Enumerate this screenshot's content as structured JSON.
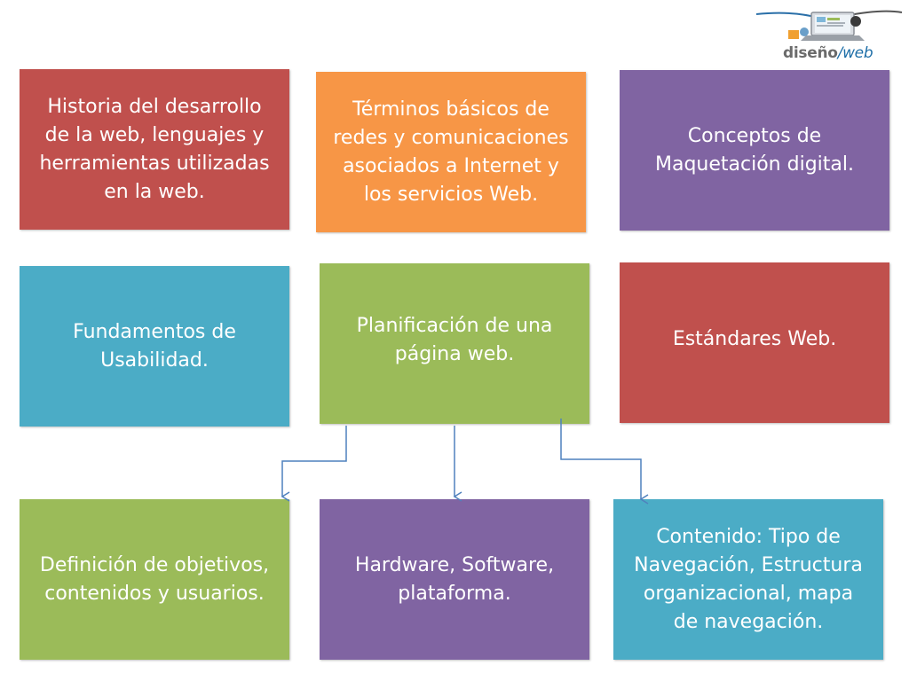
{
  "logo": {
    "text_part1": "diseño",
    "text_part2": "/web"
  },
  "boxes": [
    {
      "lines": [
        "Historia del desarrollo",
        "de la web, lenguajes y",
        "herramientas utilizadas",
        "en la web."
      ],
      "color": "#c0504d"
    },
    {
      "lines": [
        "Términos básicos de",
        "redes y comunicaciones",
        "asociados a Internet y",
        "los servicios Web."
      ],
      "color": "#f79646"
    },
    {
      "lines": [
        "Conceptos de",
        "Maquetación digital."
      ],
      "color": "#8064a2"
    },
    {
      "lines": [
        "Fundamentos de",
        "Usabilidad."
      ],
      "color": "#4bacc6"
    },
    {
      "lines": [
        "Planificación de una",
        "página web."
      ],
      "color": "#9bbb59"
    },
    {
      "lines": [
        "Estándares Web."
      ],
      "color": "#c0504d"
    },
    {
      "lines": [
        "Definición de objetivos,",
        "contenidos y usuarios."
      ],
      "color": "#9bbb59"
    },
    {
      "lines": [
        "Hardware, Software,",
        "plataforma."
      ],
      "color": "#8064a2"
    },
    {
      "lines": [
        "Contenido: Tipo de",
        "Navegación, Estructura",
        "organizacional, mapa",
        "de navegación."
      ],
      "color": "#4bacc6"
    }
  ],
  "connector_color": "#4f81bd"
}
